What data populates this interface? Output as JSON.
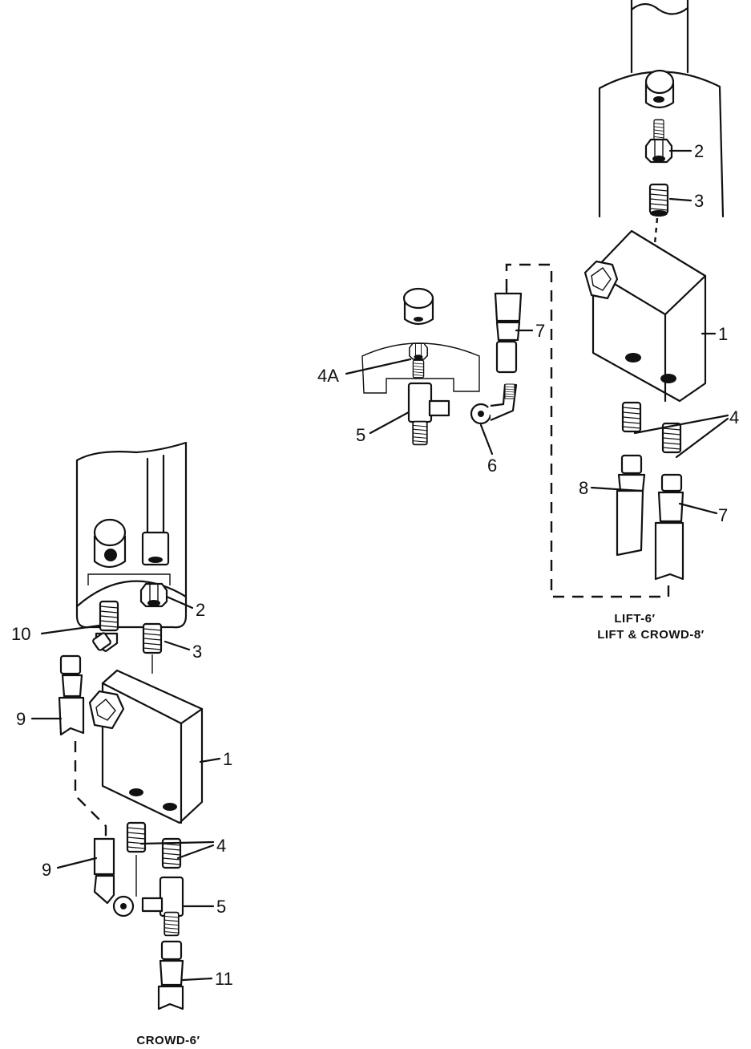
{
  "callouts": {
    "right": {
      "c1": "1",
      "c2": "2",
      "c3": "3",
      "c4": "4",
      "c4a": "4A",
      "c5": "5",
      "c6": "6",
      "c7a": "7",
      "c7b": "7",
      "c8": "8"
    },
    "left": {
      "c1": "1",
      "c2": "2",
      "c3": "3",
      "c4": "4",
      "c5": "5",
      "c9a": "9",
      "c9b": "9",
      "c10": "10",
      "c11": "11"
    }
  },
  "captions": {
    "right_line1": "LIFT-6′",
    "right_line2": "LIFT & CROWD-8′",
    "left": "CROWD-6′"
  }
}
